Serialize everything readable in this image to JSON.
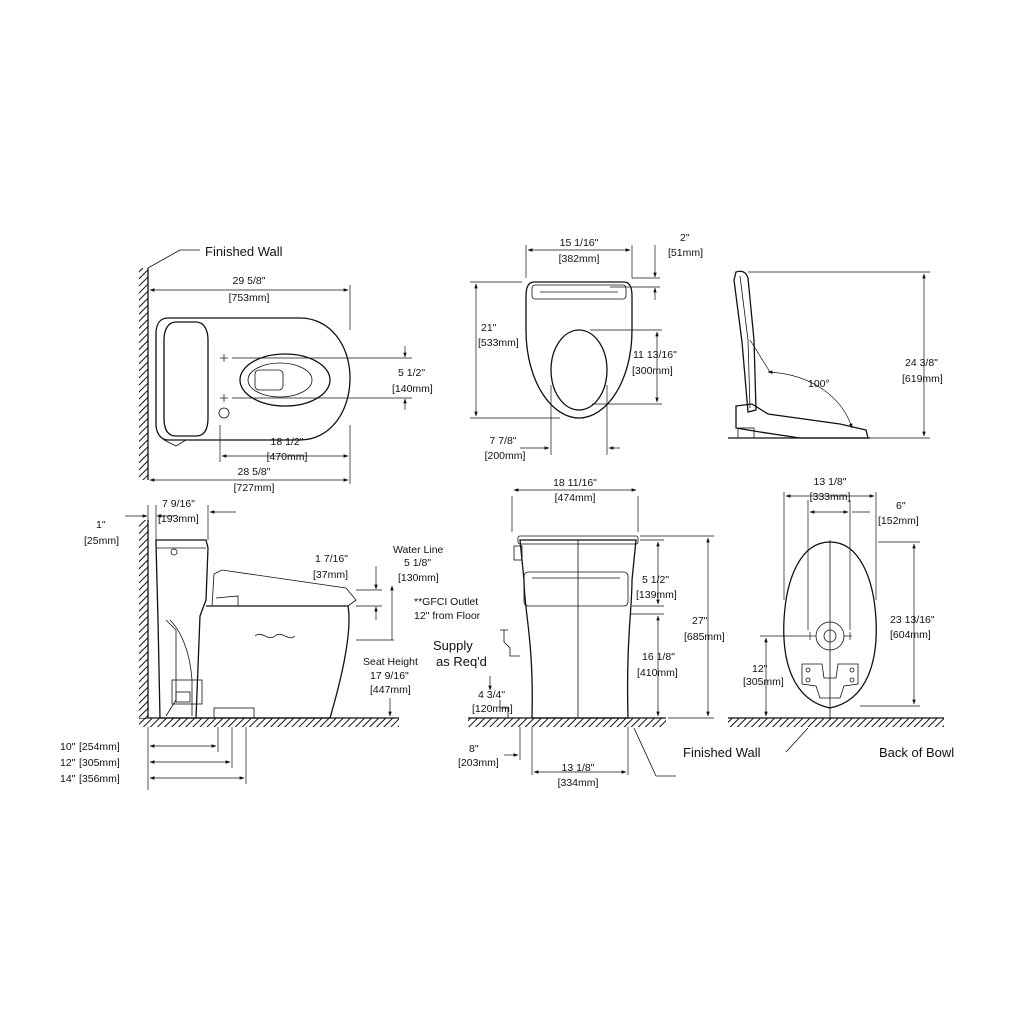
{
  "labels": {
    "finished_wall_top": "Finished Wall",
    "finished_wall_bottom": "Finished Wall",
    "back_of_bowl": "Back of Bowl",
    "water_line": "Water Line",
    "gfci_line1": "**GFCI Outlet",
    "gfci_line2": "12\" from Floor",
    "supply_line1": "Supply",
    "supply_line2": "as Req'd",
    "seat_height": "Seat Height",
    "angle": "100°"
  },
  "dimensions": {
    "top_overall_len": {
      "imperial": "29 5/8\"",
      "metric": "[753mm]"
    },
    "top_mounting_spacing": {
      "imperial": "5 1/2\"",
      "metric": "[140mm]"
    },
    "top_bowl_len": {
      "imperial": "18 1/2\"",
      "metric": "[470mm]"
    },
    "top_base_len": {
      "imperial": "28 5/8\"",
      "metric": "[727mm]"
    },
    "seat_width": {
      "imperial": "15 1/16\"",
      "metric": "[382mm]"
    },
    "seat_hinge_offset": {
      "imperial": "2\"",
      "metric": "[51mm]"
    },
    "seat_length": {
      "imperial": "21\"",
      "metric": "[533mm]"
    },
    "seat_opening_len": {
      "imperial": "11 13/16\"",
      "metric": "[300mm]"
    },
    "seat_opening_width": {
      "imperial": "7 7/8\"",
      "metric": "[200mm]"
    },
    "lid_open_height": {
      "imperial": "24 3/8\"",
      "metric": "[619mm]"
    },
    "tank_to_wall": {
      "imperial": "7 9/16\"",
      "metric": "[193mm]"
    },
    "wall_gap": {
      "imperial": "1\"",
      "metric": "[25mm]"
    },
    "lid_thickness": {
      "imperial": "1 7/16\"",
      "metric": "[37mm]"
    },
    "water_line": {
      "imperial": "5 1/8\"",
      "metric": "[130mm]"
    },
    "seat_height": {
      "imperial": "17 9/16\"",
      "metric": "[447mm]"
    },
    "rough_10": {
      "imperial": "10\"",
      "metric": "[254mm]"
    },
    "rough_12": {
      "imperial": "12\"",
      "metric": "[305mm]"
    },
    "rough_14": {
      "imperial": "14\"",
      "metric": "[356mm]"
    },
    "supply_height": {
      "imperial": "4 3/4\"",
      "metric": "[120mm]"
    },
    "supply_offset": {
      "imperial": "8\"",
      "metric": "[203mm]"
    },
    "front_width": {
      "imperial": "18 11/16\"",
      "metric": "[474mm]"
    },
    "front_seat_thickness": {
      "imperial": "5 1/2\"",
      "metric": "[139mm]"
    },
    "front_rim_height": {
      "imperial": "16 1/8\"",
      "metric": "[410mm]"
    },
    "front_height": {
      "imperial": "27\"",
      "metric": "[685mm]"
    },
    "front_base_width": {
      "imperial": "13 1/8\"",
      "metric": "[334mm]"
    },
    "back_width": {
      "imperial": "13 1/8\"",
      "metric": "[333mm]"
    },
    "back_bolt_spacing": {
      "imperial": "6\"",
      "metric": "[152mm]"
    },
    "back_length": {
      "imperial": "23 13/16\"",
      "metric": "[604mm]"
    },
    "back_outlet_height": {
      "imperial": "12\"",
      "metric": "[305mm]"
    }
  }
}
